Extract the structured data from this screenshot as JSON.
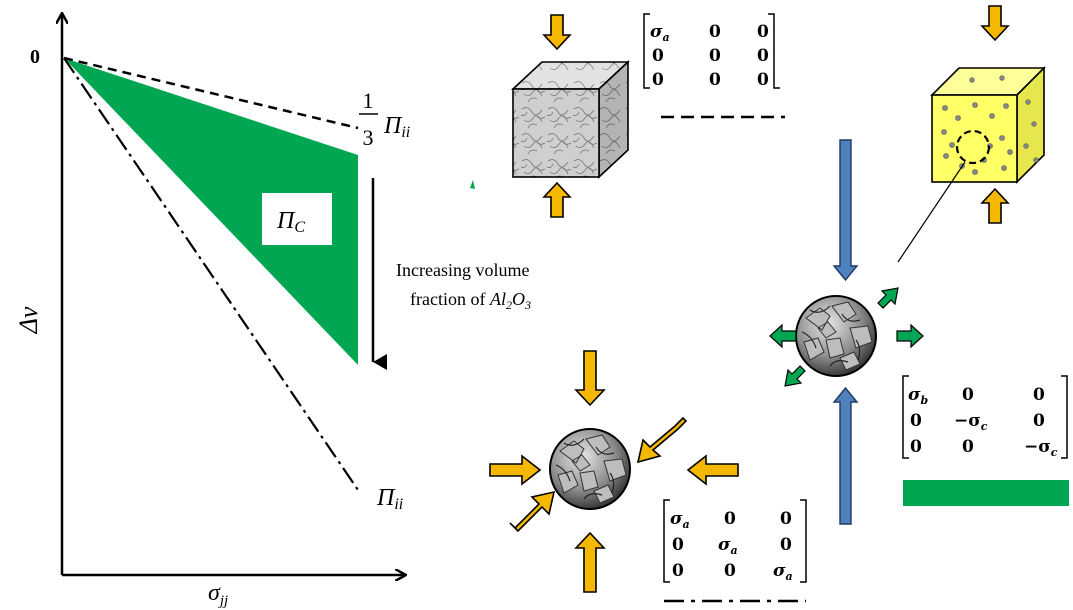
{
  "plot": {
    "y_axis_label": "Δv",
    "x_axis_label": "σ",
    "x_axis_label_sub": "jj",
    "origin_label": "0",
    "upper_bound_frac_num": "1",
    "upper_bound_frac_den": "3",
    "upper_bound_label": "Π",
    "upper_bound_label_sub": "ii",
    "lower_bound_label": "Π",
    "lower_bound_label_sub": "ii",
    "composite_label": "Π",
    "composite_label_sub": "C",
    "arrow_caption_line1": "Increasing volume",
    "arrow_caption_line2": "fraction of ",
    "arrow_caption_chem": [
      "Al",
      "2",
      "O",
      "3"
    ]
  },
  "matrices": {
    "uniaxial": [
      [
        "σa",
        "0",
        "0"
      ],
      [
        "0",
        "0",
        "0"
      ],
      [
        "0",
        "0",
        "0"
      ]
    ],
    "hydrostatic": [
      [
        "σa",
        "0",
        "0"
      ],
      [
        "0",
        "σa",
        "0"
      ],
      [
        "0",
        "0",
        "σa"
      ]
    ],
    "composite": [
      [
        "σb",
        "0",
        "0"
      ],
      [
        "0",
        "−σc",
        "0"
      ],
      [
        "0",
        "0",
        "−σc"
      ]
    ]
  },
  "colors": {
    "composite_fill": "#00a651",
    "arrow_fill": "#f5b800",
    "pole_fill": "#4f81bd",
    "cube_gray": "#c8c8c8",
    "cube_yellow": "#ffff66",
    "green_arrow": "#00a651"
  },
  "icons": {
    "gray_cube": "gray-cube-icon",
    "yellow_cube": "yellow-composite-cube-icon",
    "particle": "particle-sphere-icon"
  }
}
